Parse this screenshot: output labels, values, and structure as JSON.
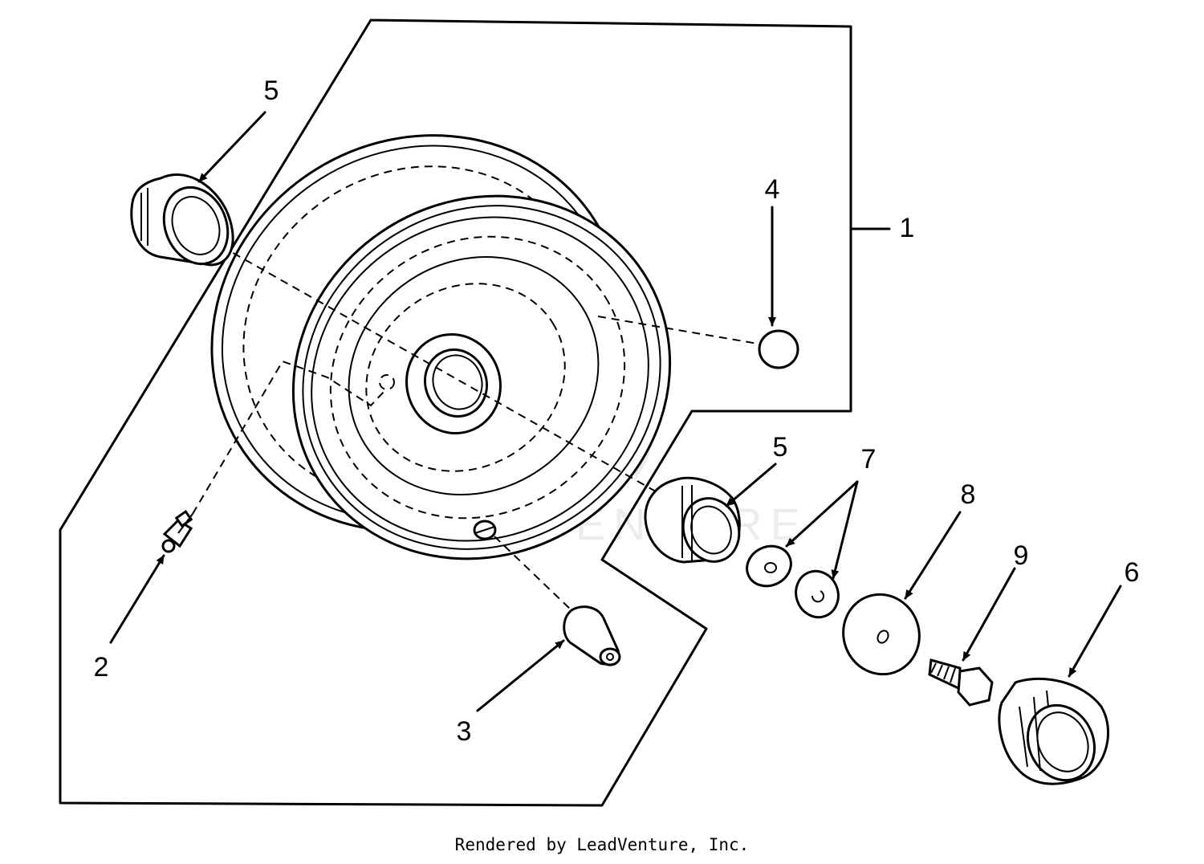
{
  "callouts": {
    "c1": "1",
    "c2": "2",
    "c3": "3",
    "c4": "4",
    "c5_left": "5",
    "c5_right": "5",
    "c6": "6",
    "c7": "7",
    "c8": "8",
    "c9": "9"
  },
  "watermark": "LEADVENTURE",
  "footer": "Rendered by LeadVenture, Inc."
}
